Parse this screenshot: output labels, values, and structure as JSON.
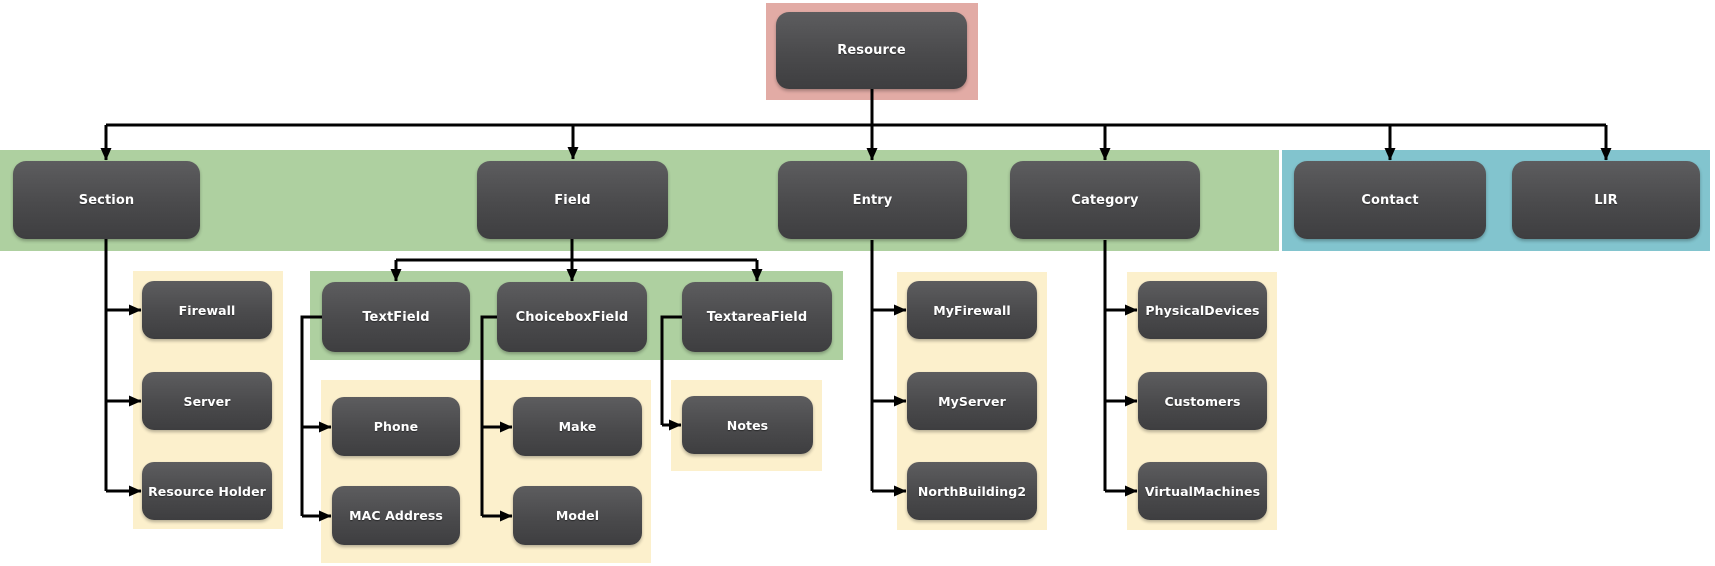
{
  "diagram": {
    "type": "hierarchy-tree",
    "root": {
      "label": "Resource"
    },
    "level1": [
      {
        "label": "Section"
      },
      {
        "label": "Field"
      },
      {
        "label": "Entry"
      },
      {
        "label": "Category"
      },
      {
        "label": "Contact"
      },
      {
        "label": "LIR"
      }
    ],
    "section_children": [
      {
        "label": "Firewall"
      },
      {
        "label": "Server"
      },
      {
        "label": "Resource Holder"
      }
    ],
    "field_children": [
      {
        "label": "TextField"
      },
      {
        "label": "ChoiceboxField"
      },
      {
        "label": "TextareaField"
      }
    ],
    "textfield_children": [
      {
        "label": "Phone"
      },
      {
        "label": "MAC Address"
      }
    ],
    "choiceboxfield_children": [
      {
        "label": "Make"
      },
      {
        "label": "Model"
      }
    ],
    "textareafield_children": [
      {
        "label": "Notes"
      }
    ],
    "entry_children": [
      {
        "label": "MyFirewall"
      },
      {
        "label": "MyServer"
      },
      {
        "label": "NorthBuilding2"
      }
    ],
    "category_children": [
      {
        "label": "PhysicalDevices"
      },
      {
        "label": "Customers"
      },
      {
        "label": "VirtualMachines"
      }
    ],
    "colors": {
      "root_panel": "#e2aba5",
      "primary_band": "#aed0a0",
      "secondary_band": "#82c4ce",
      "group_panel": "#fcf0cc",
      "node_fill": "#4a4a4c",
      "node_text": "#ffffff",
      "connector": "#010101",
      "background": "#ffffff"
    }
  }
}
